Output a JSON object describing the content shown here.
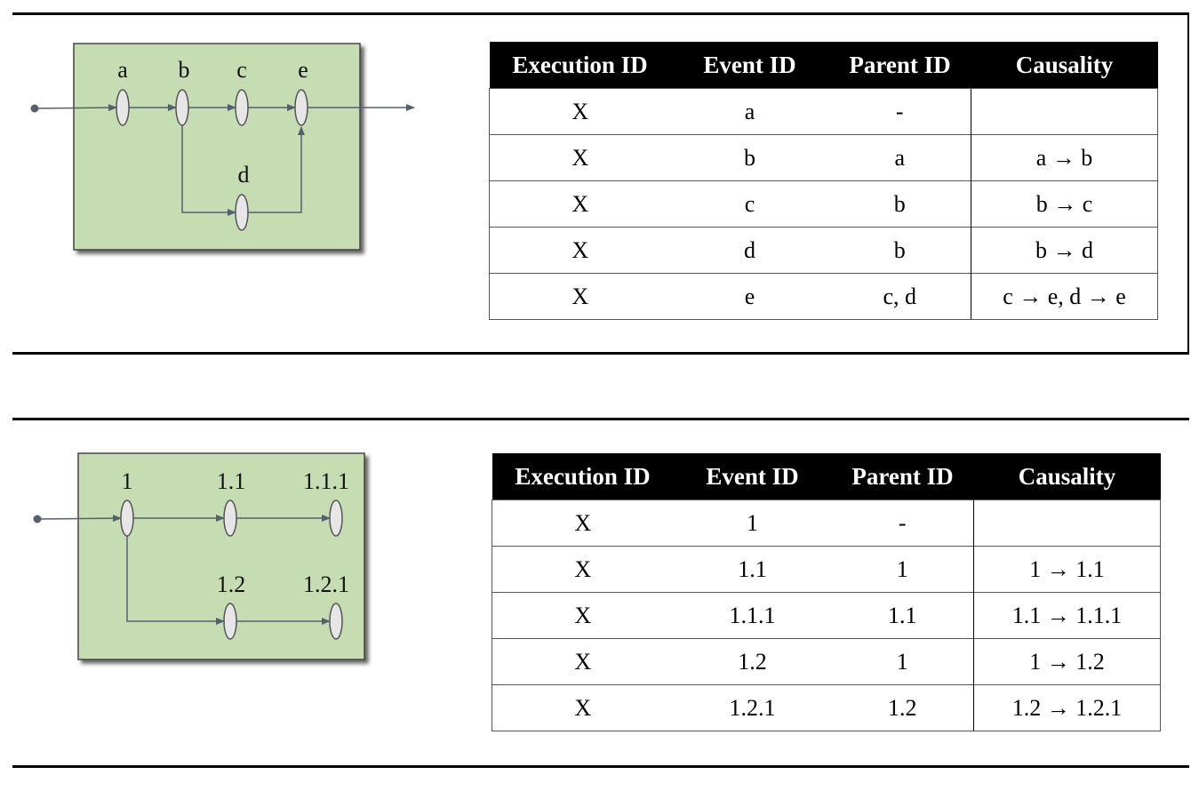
{
  "colors": {
    "box_fill": "#c6dcb2",
    "box_stroke": "#454545",
    "node_fill": "#e6e6e6",
    "edge": "#55606e",
    "header_bg": "#000000"
  },
  "diagram1": {
    "labels": {
      "a": "a",
      "b": "b",
      "c": "c",
      "e": "e",
      "d": "d"
    }
  },
  "diagram2": {
    "labels": {
      "n1": "1",
      "n11": "1.1",
      "n111": "1.1.1",
      "n12": "1.2",
      "n121": "1.2.1"
    }
  },
  "table1": {
    "headers": [
      "Execution ID",
      "Event ID",
      "Parent ID",
      "Causality"
    ],
    "rows": [
      [
        "X",
        "a",
        "-",
        ""
      ],
      [
        "X",
        "b",
        "a",
        "a → b"
      ],
      [
        "X",
        "c",
        "b",
        "b → c"
      ],
      [
        "X",
        "d",
        "b",
        "b → d"
      ],
      [
        "X",
        "e",
        "c, d",
        "c → e, d → e"
      ]
    ]
  },
  "table2": {
    "headers": [
      "Execution ID",
      "Event ID",
      "Parent ID",
      "Causality"
    ],
    "rows": [
      [
        "X",
        "1",
        "-",
        ""
      ],
      [
        "X",
        "1.1",
        "1",
        "1 → 1.1"
      ],
      [
        "X",
        "1.1.1",
        "1.1",
        "1.1 → 1.1.1"
      ],
      [
        "X",
        "1.2",
        "1",
        "1 → 1.2"
      ],
      [
        "X",
        "1.2.1",
        "1.2",
        "1.2 → 1.2.1"
      ]
    ]
  }
}
